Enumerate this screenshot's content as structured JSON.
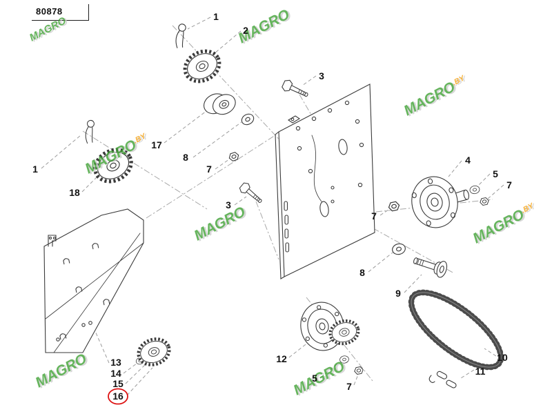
{
  "header": {
    "part_number": "80878"
  },
  "watermark": {
    "text": "MAGRO",
    "suffix": ".BY"
  },
  "colors": {
    "watermark_green": "#3aa02f",
    "suffix_orange": "#f59c00",
    "highlight_red": "#dd1111",
    "line": "#3a3a3a",
    "leader_gray": "#9b9b9b"
  },
  "highlight": {
    "callout_label": "16"
  },
  "callouts": [
    {
      "label": "1"
    },
    {
      "label": "2"
    },
    {
      "label": "3"
    },
    {
      "label": "17"
    },
    {
      "label": "8"
    },
    {
      "label": "7"
    },
    {
      "label": "3"
    },
    {
      "label": "1"
    },
    {
      "label": "18"
    },
    {
      "label": "4"
    },
    {
      "label": "5"
    },
    {
      "label": "7"
    },
    {
      "label": "7"
    },
    {
      "label": "8"
    },
    {
      "label": "9"
    },
    {
      "label": "12"
    },
    {
      "label": "5"
    },
    {
      "label": "7"
    },
    {
      "label": "10"
    },
    {
      "label": "11"
    },
    {
      "label": "13"
    },
    {
      "label": "14"
    },
    {
      "label": "15"
    },
    {
      "label": "16",
      "highlighted": true
    }
  ]
}
